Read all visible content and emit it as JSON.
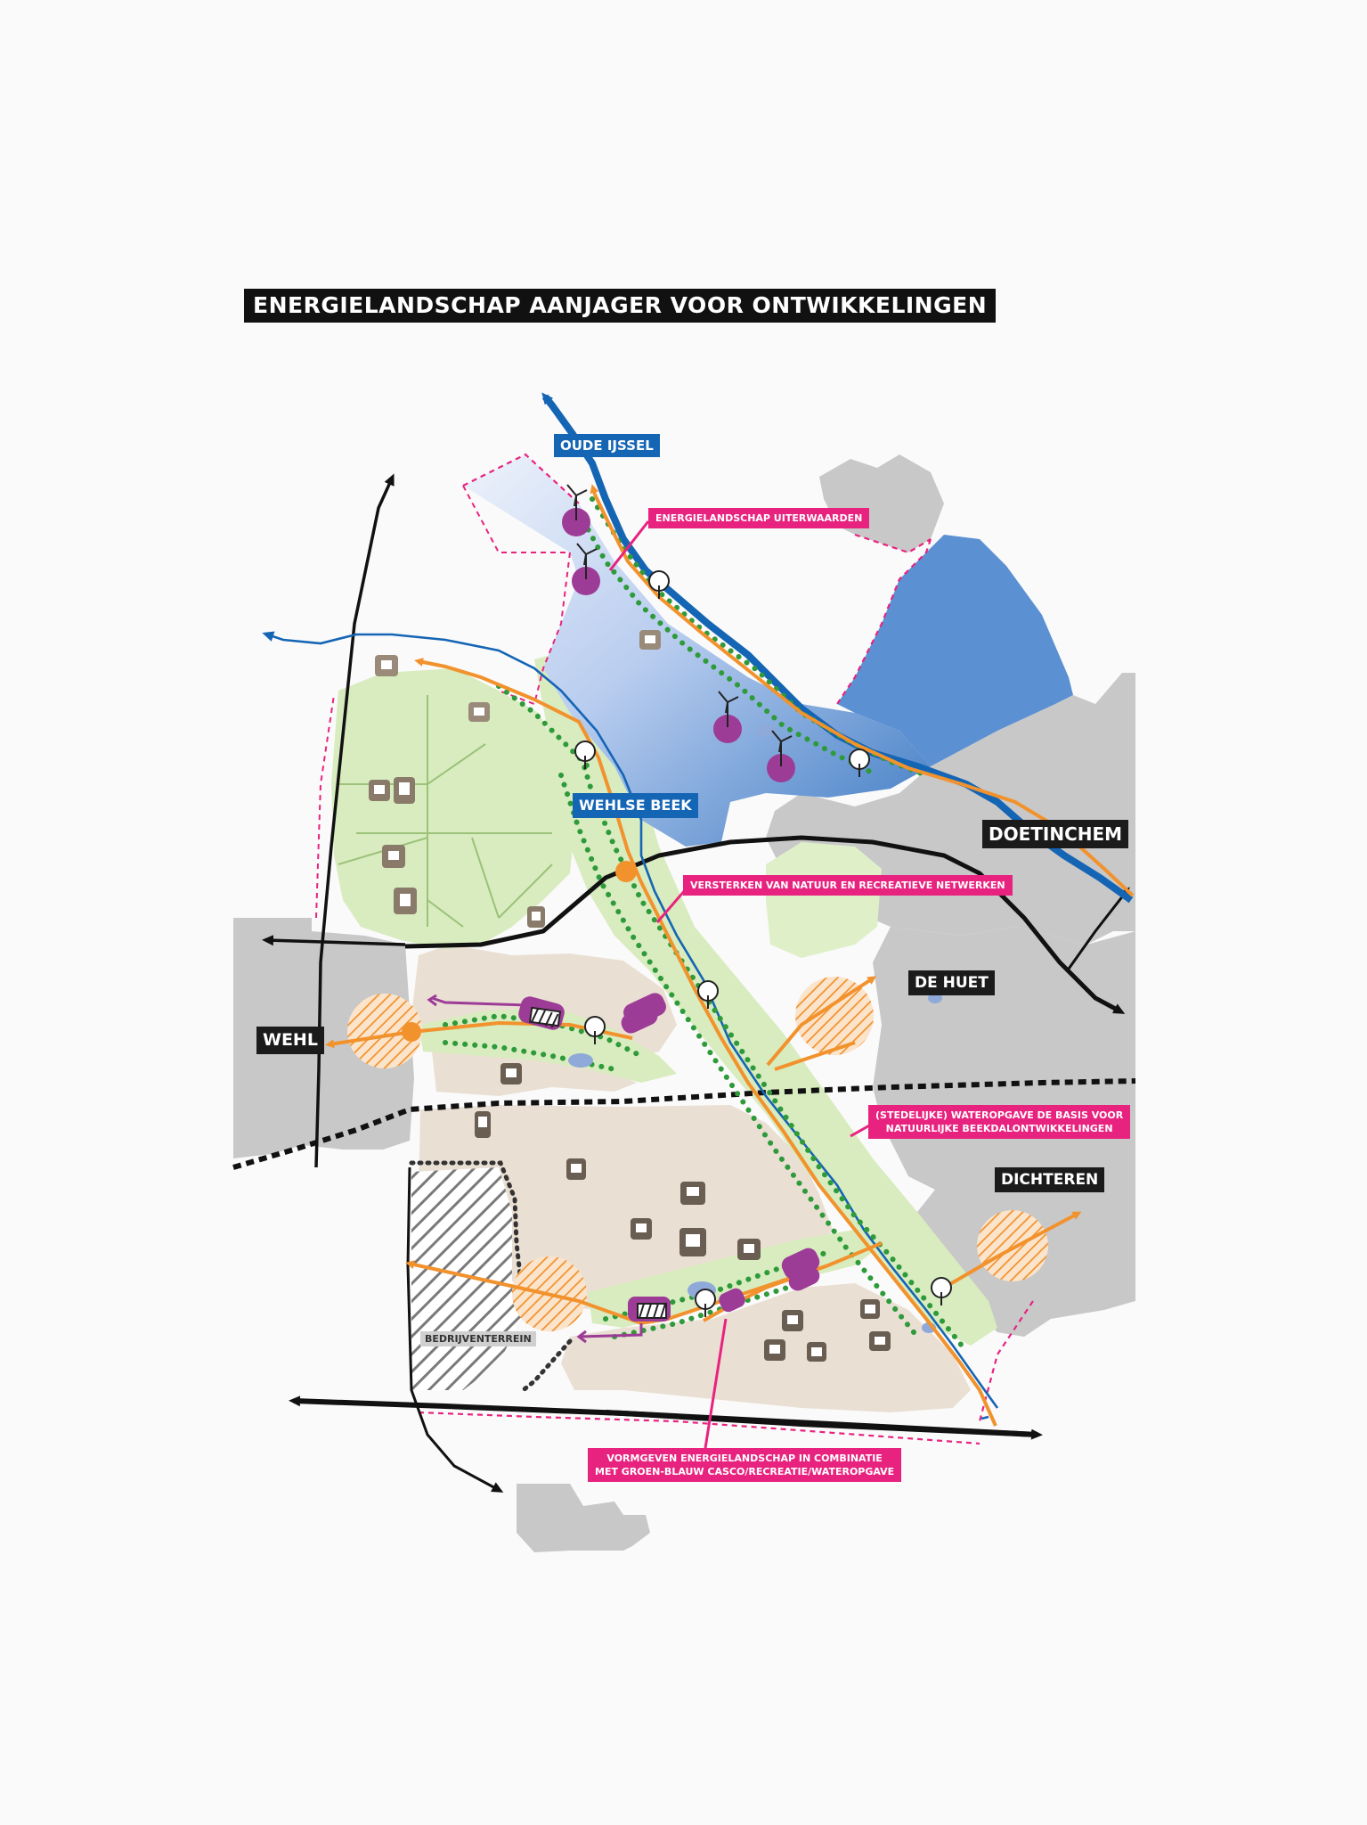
{
  "title": "ENERGIELANDSCHAP AANJAGER VOOR ONTWIKKELINGEN",
  "places": {
    "wehl": "WEHL",
    "doetinchem": "DOETINCHEM",
    "de_huet": "DE HUET",
    "dichteren": "DICHTEREN"
  },
  "waters": {
    "oude_ijssel": "OUDE IJSSEL",
    "wehlse_beek": "WEHLSE BEEK"
  },
  "callouts": {
    "uiterwaarden": "ENERGIELANDSCHAP UITERWAARDEN",
    "versterken": "VERSTERKEN VAN NATUUR EN RECREATIEVE NETWERKEN",
    "wateropgave_line1": "(STEDELIJKE) WATEROPGAVE DE BASIS VOOR",
    "wateropgave_line2": "NATUURLIJKE BEEKDALONTWIKKELINGEN",
    "vormgeven_line1": "VORMGEVEN ENERGIELANDSCHAP IN COMBINATIE",
    "vormgeven_line2": "MET GROEN-BLAUW CASCO/RECREATIE/WATEROPGAVE"
  },
  "areas": {
    "bedrijventerrein": "BEDRIJVENTERREIN"
  },
  "colors": {
    "water_blue": "#1565b5",
    "route_orange": "#f2922d",
    "callout_pink": "#e8237f",
    "green_zone": "#d8ecbf",
    "urban_gray": "#c8c8c8",
    "development_beige": "#eadfd3",
    "energy_purple": "#9c3c96",
    "label_black": "#1b1b1b"
  },
  "icons": [
    "wind-turbine-icon",
    "tree-icon",
    "solar-panel-icon",
    "building-icon"
  ]
}
